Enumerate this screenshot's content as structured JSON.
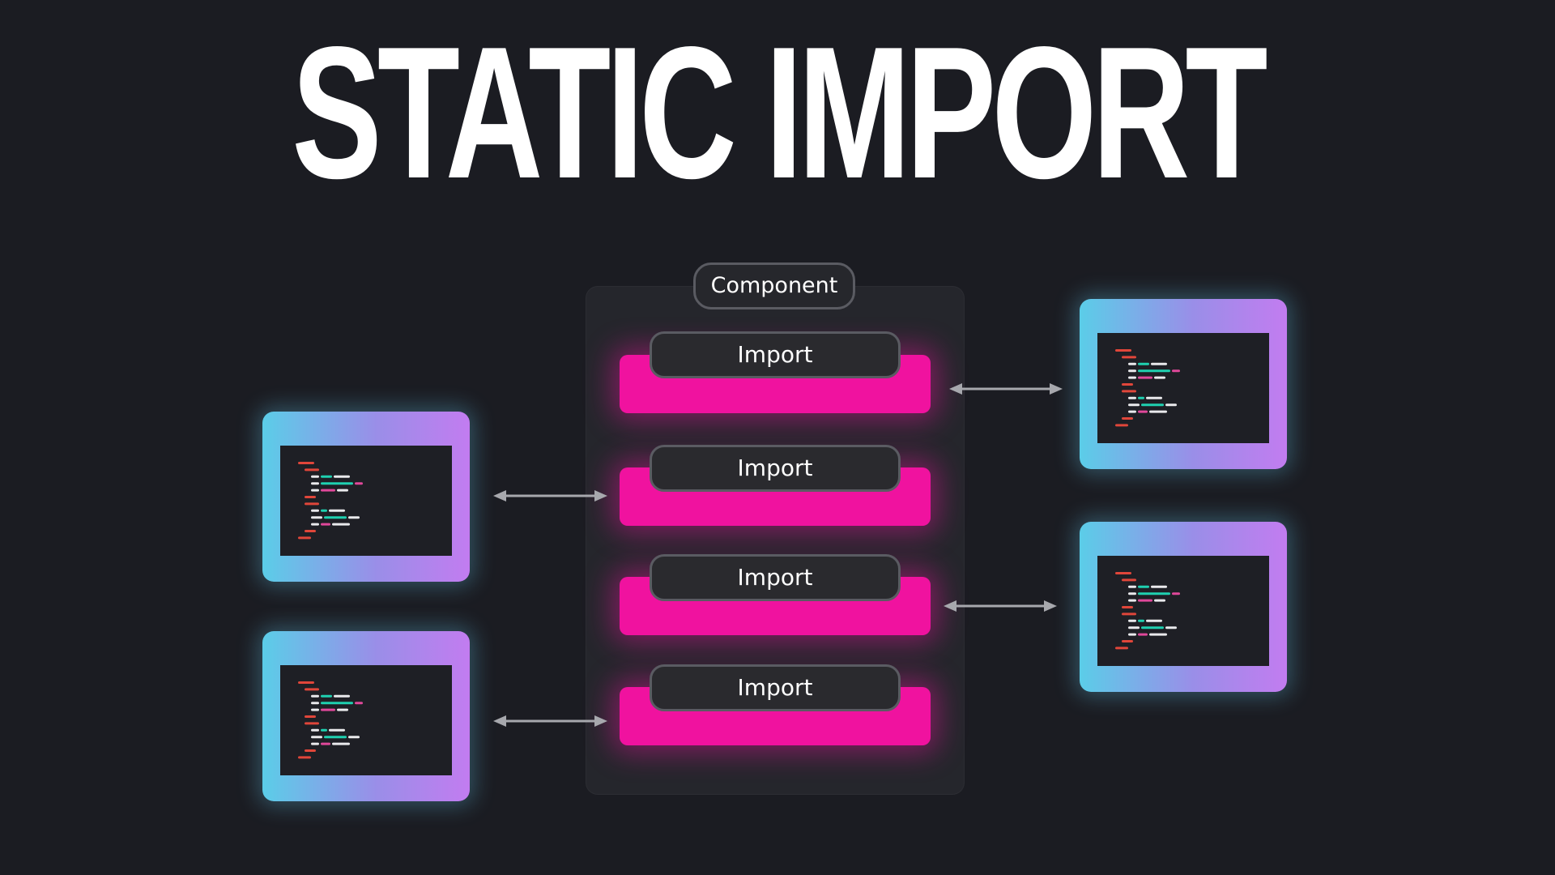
{
  "title": "STATIC IMPORT",
  "component_label": "Component",
  "imports": [
    {
      "label": "Import"
    },
    {
      "label": "Import"
    },
    {
      "label": "Import"
    },
    {
      "label": "Import"
    }
  ],
  "colors": {
    "background": "#1b1c22",
    "import_bar": "#f0129f",
    "arrow": "#a7a8ad",
    "window_gradient_start": "#5bcde8",
    "window_gradient_end": "#c27cf0",
    "code_red": "#e0463a",
    "code_white": "#e9e9ec",
    "code_teal": "#1fd0b0",
    "code_pink": "#e0489a"
  },
  "code_windows": [
    {
      "name": "code-window-left-1",
      "icon": "code-file-icon"
    },
    {
      "name": "code-window-left-2",
      "icon": "code-file-icon"
    },
    {
      "name": "code-window-right-1",
      "icon": "code-file-icon"
    },
    {
      "name": "code-window-right-2",
      "icon": "code-file-icon"
    }
  ],
  "arrow_icon": "double-arrow-icon"
}
